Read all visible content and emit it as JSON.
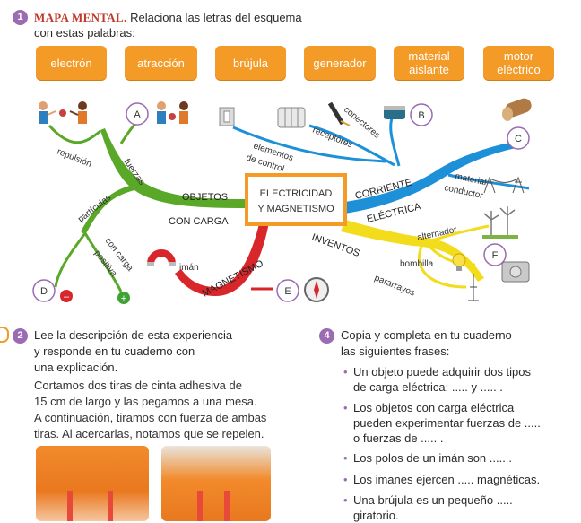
{
  "exercise1": {
    "number": "1",
    "title": "MAPA MENTAL.",
    "instruction_line1": "Relaciona las letras del esquema",
    "instruction_line2": "con estas palabras:"
  },
  "words": [
    "electrón",
    "atracción",
    "brújula",
    "generador",
    [
      "material",
      "aislante"
    ],
    [
      "motor",
      "eléctrico"
    ]
  ],
  "map": {
    "center_line1": "ELECTRICIDAD",
    "center_line2": "Y MAGNETISMO",
    "branch_objetos": "OBJETOS",
    "branch_con_carga": "CON CARGA",
    "branch_corriente": "CORRIENTE",
    "branch_electrica": "ELÉCTRICA",
    "branch_inventos": "INVENTOS",
    "branch_magnetismo": "MAGNETISMO",
    "repulsion": "repulsión",
    "fuerzas": "fuerzas",
    "particulas": "partículas",
    "con_carga": "con carga",
    "positiva": "positiva",
    "iman": "imán",
    "elementos": "elementos",
    "de_control": "de control",
    "receptores": "receptores",
    "conectores": "conectores",
    "material": "material",
    "conductor": "conductor",
    "alternador": "alternador",
    "bombilla": "bombilla",
    "pararrayos": "pararrayos",
    "letters": [
      "A",
      "B",
      "C",
      "D",
      "E",
      "F"
    ],
    "minus": "–",
    "plus": "+"
  },
  "exercise2": {
    "number": "2",
    "line1": "Lee la descripción de esta experiencia",
    "line2": "y responde en tu cuaderno con",
    "line3": "una explicación.",
    "p1": "Cortamos dos tiras de cinta adhesiva de",
    "p2": "15 cm de largo y las pegamos a una mesa.",
    "p3": "A continuación, tiramos con fuerza de ambas",
    "p4": "tiras. Al acercarlas, notamos que se repelen."
  },
  "exercise4": {
    "number": "4",
    "line1": "Copia y completa en tu cuaderno",
    "line2": "las siguientes frases:",
    "b1a": "Un objeto puede adquirir dos tipos",
    "b1b": "de carga eléctrica: ..... y ..... .",
    "b2a": "Los objetos con carga eléctrica",
    "b2b": "pueden experimentar fuerzas de .....",
    "b2c": "o fuerzas de ..... .",
    "b3": "Los polos de un imán son ..... .",
    "b4": "Los imanes ejercen ..... magnéticas.",
    "b5a": "Una brújula es un pequeño .....",
    "b5b": "giratorio."
  },
  "colors": {
    "orange": "#f39a27",
    "green": "#5aa828",
    "blue": "#1e90d8",
    "yellow": "#f2dc1c",
    "red": "#d8262b",
    "purple": "#9b6bb3",
    "title_red": "#c0392b"
  }
}
